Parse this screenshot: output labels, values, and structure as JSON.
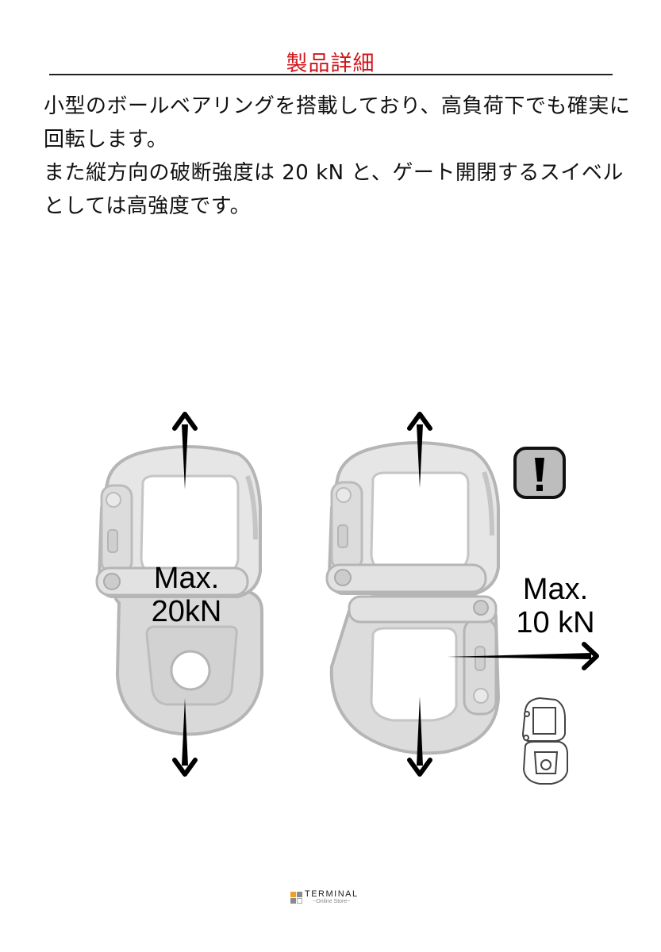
{
  "header": {
    "title": "製品詳細"
  },
  "description": {
    "paragraphs": [
      "小型のボールベアリングを搭載しており、高負荷下でも確実に回転します。",
      "また縦方向の破断強度は 20 kN と、ゲート開閉するスイベルとしては高強度です。"
    ]
  },
  "figure": {
    "left_diagram": {
      "label_line1": "Max.",
      "label_line2": "20kN",
      "arrows": [
        "up",
        "down"
      ]
    },
    "right_diagram": {
      "label_line1": "Max.",
      "label_line2": "10 kN",
      "arrows": [
        "up",
        "down",
        "right"
      ],
      "warning_icon": "!"
    }
  },
  "footer": {
    "logo_name": "TERMINAL",
    "logo_sub": "~Online Store~",
    "logo_colors": [
      "#f0a020",
      "#8a8a8a",
      "#8a8a8a",
      "#ffffff"
    ]
  },
  "colors": {
    "title": "#d0161c",
    "rule": "#222222",
    "text": "#111111",
    "metal_fill": "#d9d9d9",
    "metal_stroke": "#b5b5b5",
    "warning_fill": "#bdbdbd"
  }
}
